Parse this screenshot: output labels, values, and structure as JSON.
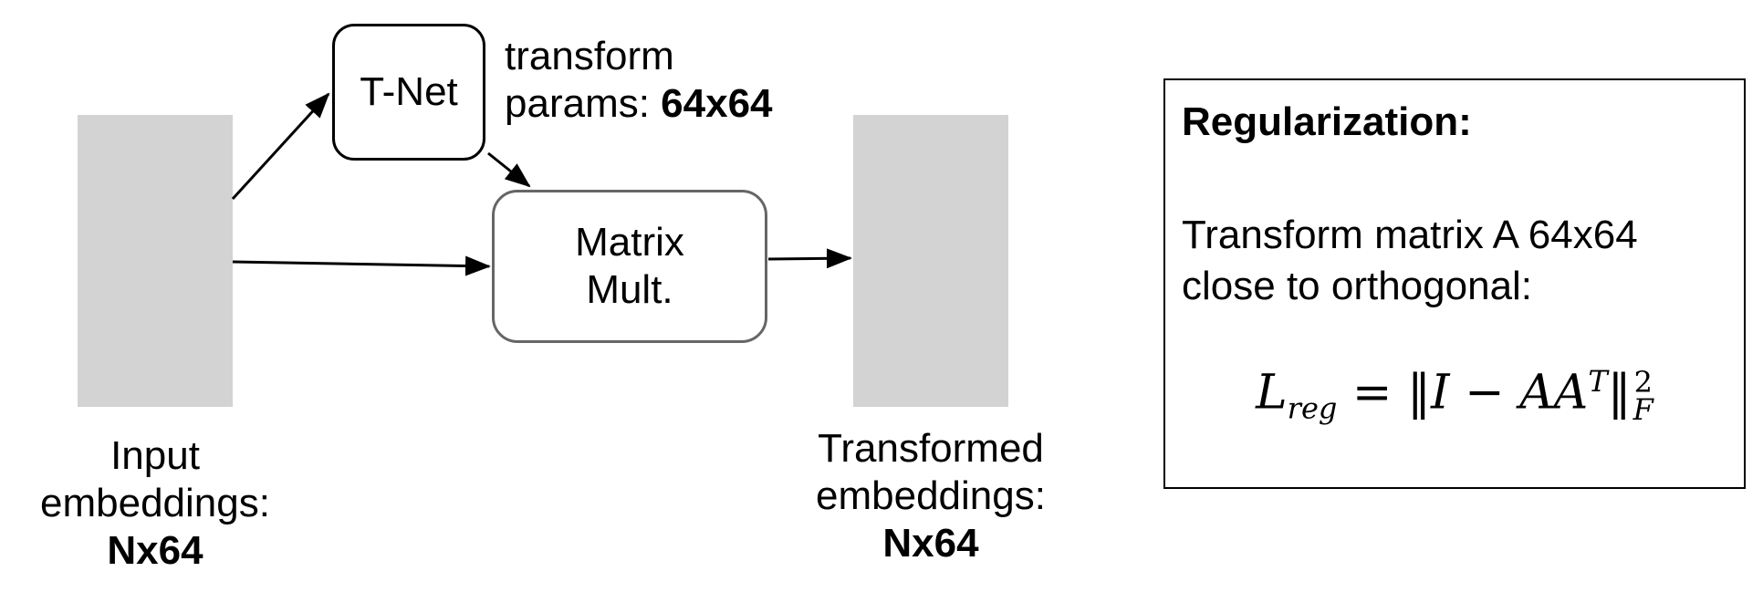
{
  "diagram": {
    "tnet": {
      "label": "T-Net"
    },
    "transform_params": {
      "line1": "transform",
      "line2_prefix": "params: ",
      "line2_value": "64x64"
    },
    "matmul": {
      "line1": "Matrix",
      "line2": "Mult."
    },
    "input": {
      "line1": "Input",
      "line2": "embeddings:",
      "line3": "Nx64"
    },
    "output": {
      "line1": "Transformed",
      "line2": "embeddings:",
      "line3": "Nx64"
    },
    "regularization": {
      "title": "Regularization:",
      "text_line1": "Transform matrix A 64x64",
      "text_line2": "close to orthogonal:",
      "formula": {
        "lhs": "L",
        "lhs_sub": "reg",
        "eq": " = ‖",
        "i": "I",
        "minus": " − ",
        "aa": "AA",
        "sup_t": "T",
        "close": "‖",
        "sup_2": "2",
        "sub_f": "F"
      }
    },
    "colors": {
      "block_fill": "#d3d3d3",
      "matmul_border": "#666666",
      "stroke": "#000000"
    }
  }
}
